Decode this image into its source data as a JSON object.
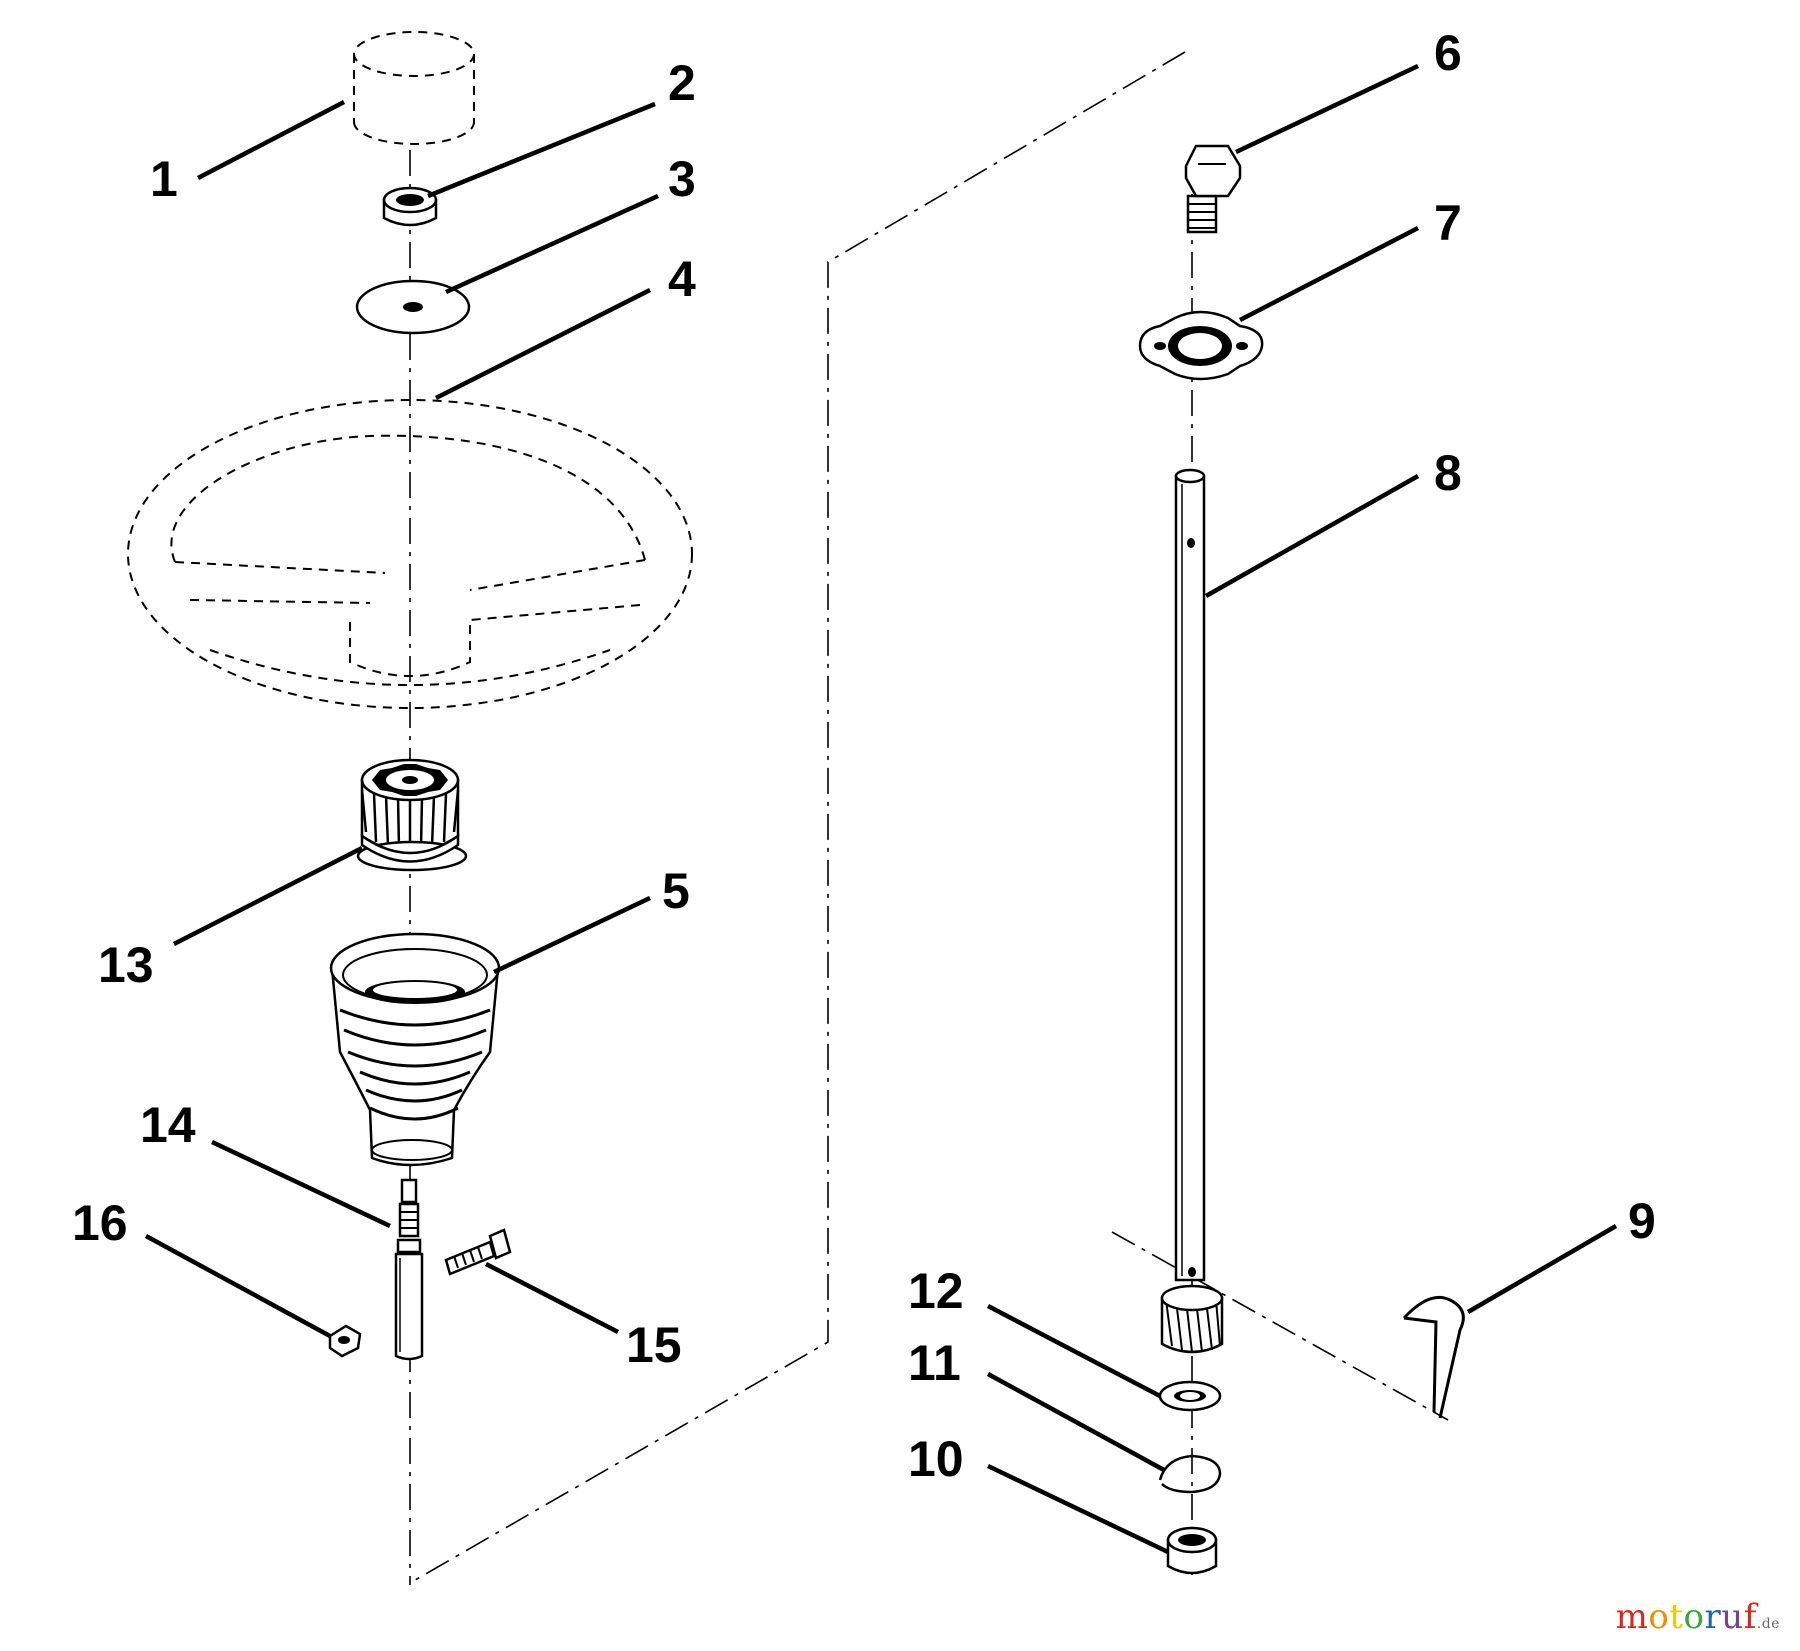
{
  "callouts": {
    "c1": "1",
    "c2": "2",
    "c3": "3",
    "c4": "4",
    "c5": "5",
    "c6": "6",
    "c7": "7",
    "c8": "8",
    "c9": "9",
    "c10": "10",
    "c11": "11",
    "c12": "12",
    "c13": "13",
    "c14": "14",
    "c15": "15",
    "c16": "16"
  },
  "watermark": {
    "letters": [
      "m",
      "o",
      "t",
      "o",
      "r",
      "u",
      "f"
    ],
    "suffix": ".de",
    "colors": [
      "#e2231a",
      "#f28c00",
      "#f7c600",
      "#3aa935",
      "#1c63b7",
      "#7a3f98",
      "#e2231a"
    ]
  }
}
